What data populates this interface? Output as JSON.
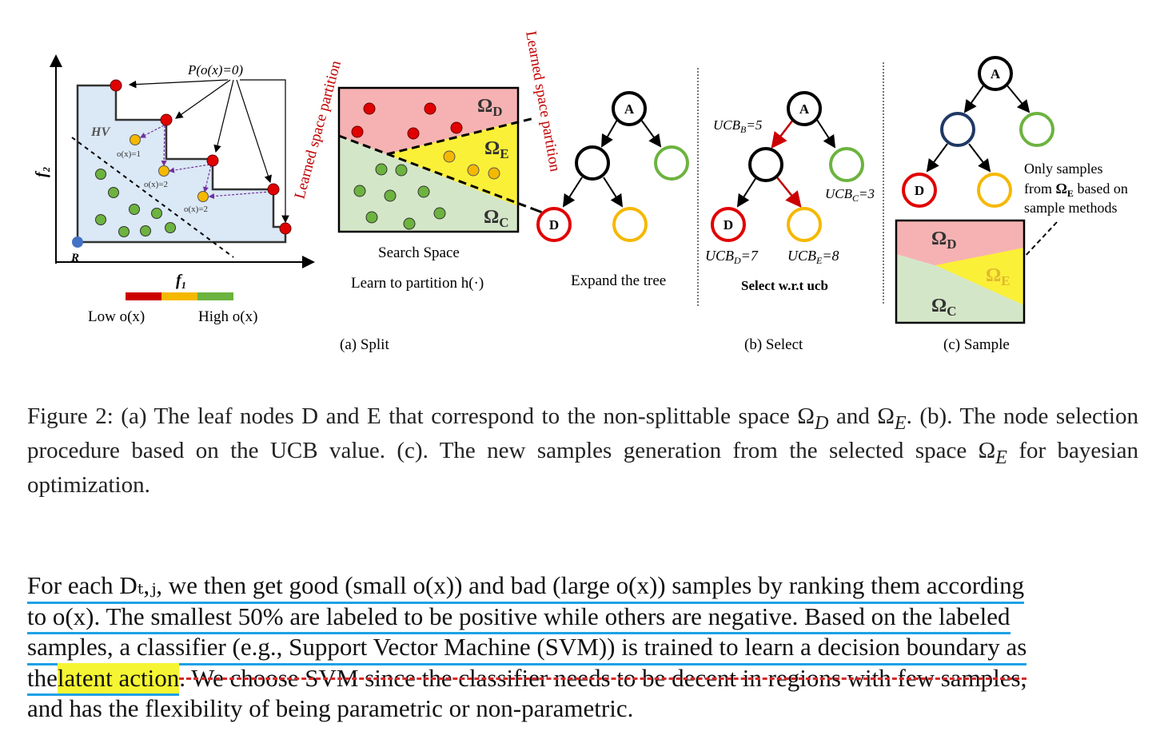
{
  "figure": {
    "panel_a": {
      "pareto_label": "P(o(x)=0)",
      "hv_label": "HV",
      "o1_label": "o(x)=1",
      "o2_label_a": "o(x)=2",
      "o2_label_b": "o(x)=2",
      "y_axis": "f₂",
      "x_axis": "f₁",
      "ref_label": "R",
      "legend_low": "Low o(x)",
      "legend_high": "High o(x)",
      "legend_colors": [
        "#cc0000",
        "#f5b800",
        "#6cb33f"
      ],
      "rotated_left": "Learned space partition",
      "rotated_right": "Learned space partition",
      "omega_d": "ΩD",
      "omega_e": "ΩE",
      "omega_c": "ΩC",
      "search_space": "Search Space",
      "learn_partition": "Learn to partition h(·)",
      "expand_tree": "Expand the tree",
      "node_a": "A",
      "node_d": "D",
      "caption": "(a) Split"
    },
    "panel_b": {
      "node_a": "A",
      "node_d": "D",
      "ucb_b": "UCBB=5",
      "ucb_c": "UCBC=3",
      "ucb_d": "UCBD=7",
      "ucb_e": "UCBE=8",
      "select_label": "Select w.r.t ucb",
      "caption": "(b) Select"
    },
    "panel_c": {
      "node_a": "A",
      "node_d": "D",
      "note_line1": "Only samples",
      "note_line2": "from ΩE based on",
      "note_line3": "sample methods",
      "omega_d": "ΩD",
      "omega_e": "ΩE",
      "omega_c": "ΩC",
      "caption": "(c) Sample"
    }
  },
  "caption": {
    "label": "Figure 2:",
    "text1": " (a) The leaf nodes D and E that correspond to the non-splittable space Ω",
    "sub_d": "D",
    "text2": " and Ω",
    "sub_e": "E",
    "text3": ". (b). The node selection procedure based on the UCB value. (c). The new samples generation from the selected space Ω",
    "sub_e2": "E",
    "text4": " for bayesian optimization."
  },
  "paragraph": {
    "line1": "For each Dₜ,ⱼ, we then get good (small o(x)) and bad (large o(x)) samples by ranking them according",
    "line2": "to o(x). The smallest 50% are labeled to be positive while others are negative. Based on the labeled",
    "line3": "samples, a classifier (e.g., Support Vector Machine (SVM)) is trained to learn a decision boundary as",
    "line4_pre": "the ",
    "line4_hl": "latent action",
    "line4_post": ". We choose SVM since the classifier needs to be decent in regions with few samples,",
    "line5": "and has the flexibility of being parametric or non-parametric."
  }
}
